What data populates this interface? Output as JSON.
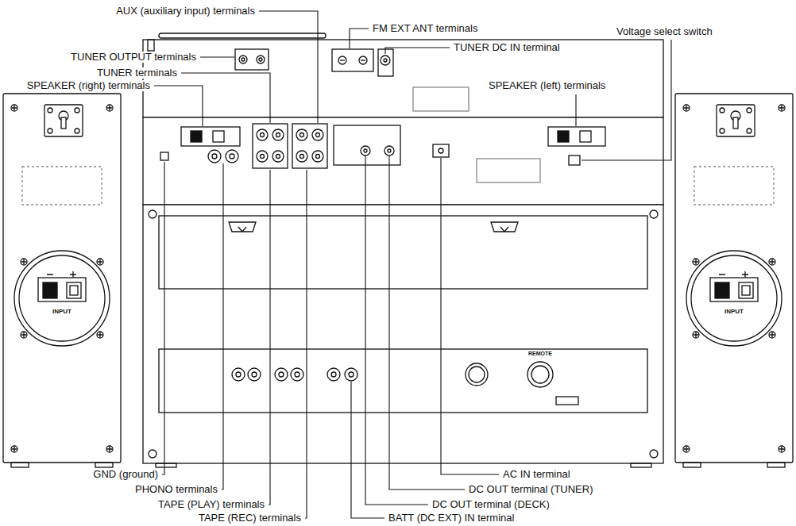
{
  "diagram": {
    "labels": [
      "AUX (auxiliary input) terminals",
      "FM EXT ANT terminals",
      "TUNER DC IN terminal",
      "Voltage select switch",
      "TUNER OUTPUT terminals",
      "TUNER terminals",
      "SPEAKER (right) terminals",
      "SPEAKER (left) terminals",
      "GND (ground)",
      "PHONO terminals",
      "TAPE (PLAY) terminals",
      "TAPE (REC) terminals",
      "AC IN terminal",
      "DC OUT terminal (TUNER)",
      "DC OUT terminal (DECK)",
      "BATT (DC EXT) IN terminal",
      "INPUT",
      "INPUT",
      "REMOTE"
    ]
  }
}
